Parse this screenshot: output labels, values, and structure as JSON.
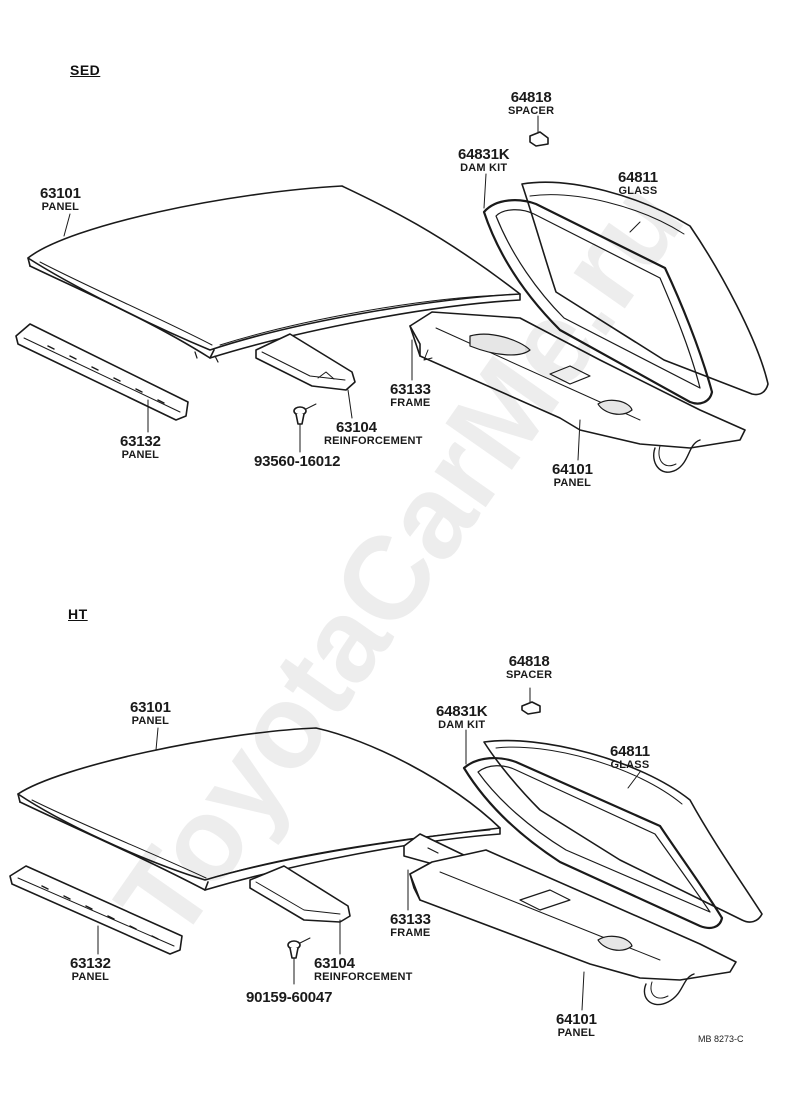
{
  "sections": {
    "sed": {
      "label": "SED",
      "parts": {
        "spacer": {
          "num": "64818",
          "name": "SPACER"
        },
        "dam_kit": {
          "num": "64831K",
          "name": "DAM KIT"
        },
        "glass": {
          "num": "64811",
          "name": "GLASS"
        },
        "roof_panel": {
          "num": "63101",
          "name": "PANEL"
        },
        "front_panel": {
          "num": "63132",
          "name": "PANEL"
        },
        "screw": {
          "num": "93560-16012"
        },
        "reinforcement": {
          "num": "63104",
          "name": "REINFORCEMENT"
        },
        "frame": {
          "num": "63133",
          "name": "FRAME"
        },
        "back_panel": {
          "num": "64101",
          "name": "PANEL"
        }
      }
    },
    "ht": {
      "label": "HT",
      "parts": {
        "spacer": {
          "num": "64818",
          "name": "SPACER"
        },
        "dam_kit": {
          "num": "64831K",
          "name": "DAM KIT"
        },
        "glass": {
          "num": "64811",
          "name": "GLASS"
        },
        "roof_panel": {
          "num": "63101",
          "name": "PANEL"
        },
        "front_panel": {
          "num": "63132",
          "name": "PANEL"
        },
        "screw": {
          "num": "90159-60047"
        },
        "reinforcement": {
          "num": "63104",
          "name": "REINFORCEMENT"
        },
        "frame": {
          "num": "63133",
          "name": "FRAME"
        },
        "back_panel": {
          "num": "64101",
          "name": "PANEL"
        }
      }
    }
  },
  "drawing_ref": "MB 8273-C",
  "watermark": "ToyotaCarMe.ru",
  "colors": {
    "line": "#1a1a1a",
    "fill": "#ffffff",
    "shade": "#d8d8d8"
  }
}
